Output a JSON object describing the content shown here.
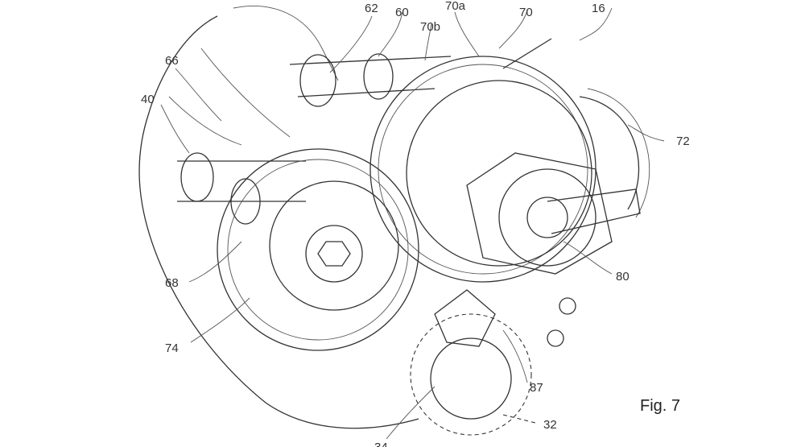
{
  "figure": {
    "caption": "Fig. 7",
    "labels": {
      "l16": "16",
      "l62": "62",
      "l60": "60",
      "l70a": "70a",
      "l70b": "70b",
      "l70": "70",
      "l66": "66",
      "l40": "40",
      "l72": "72",
      "l80": "80",
      "l68": "68",
      "l74": "74",
      "l87": "87",
      "l32": "32",
      "l34": "34"
    }
  }
}
